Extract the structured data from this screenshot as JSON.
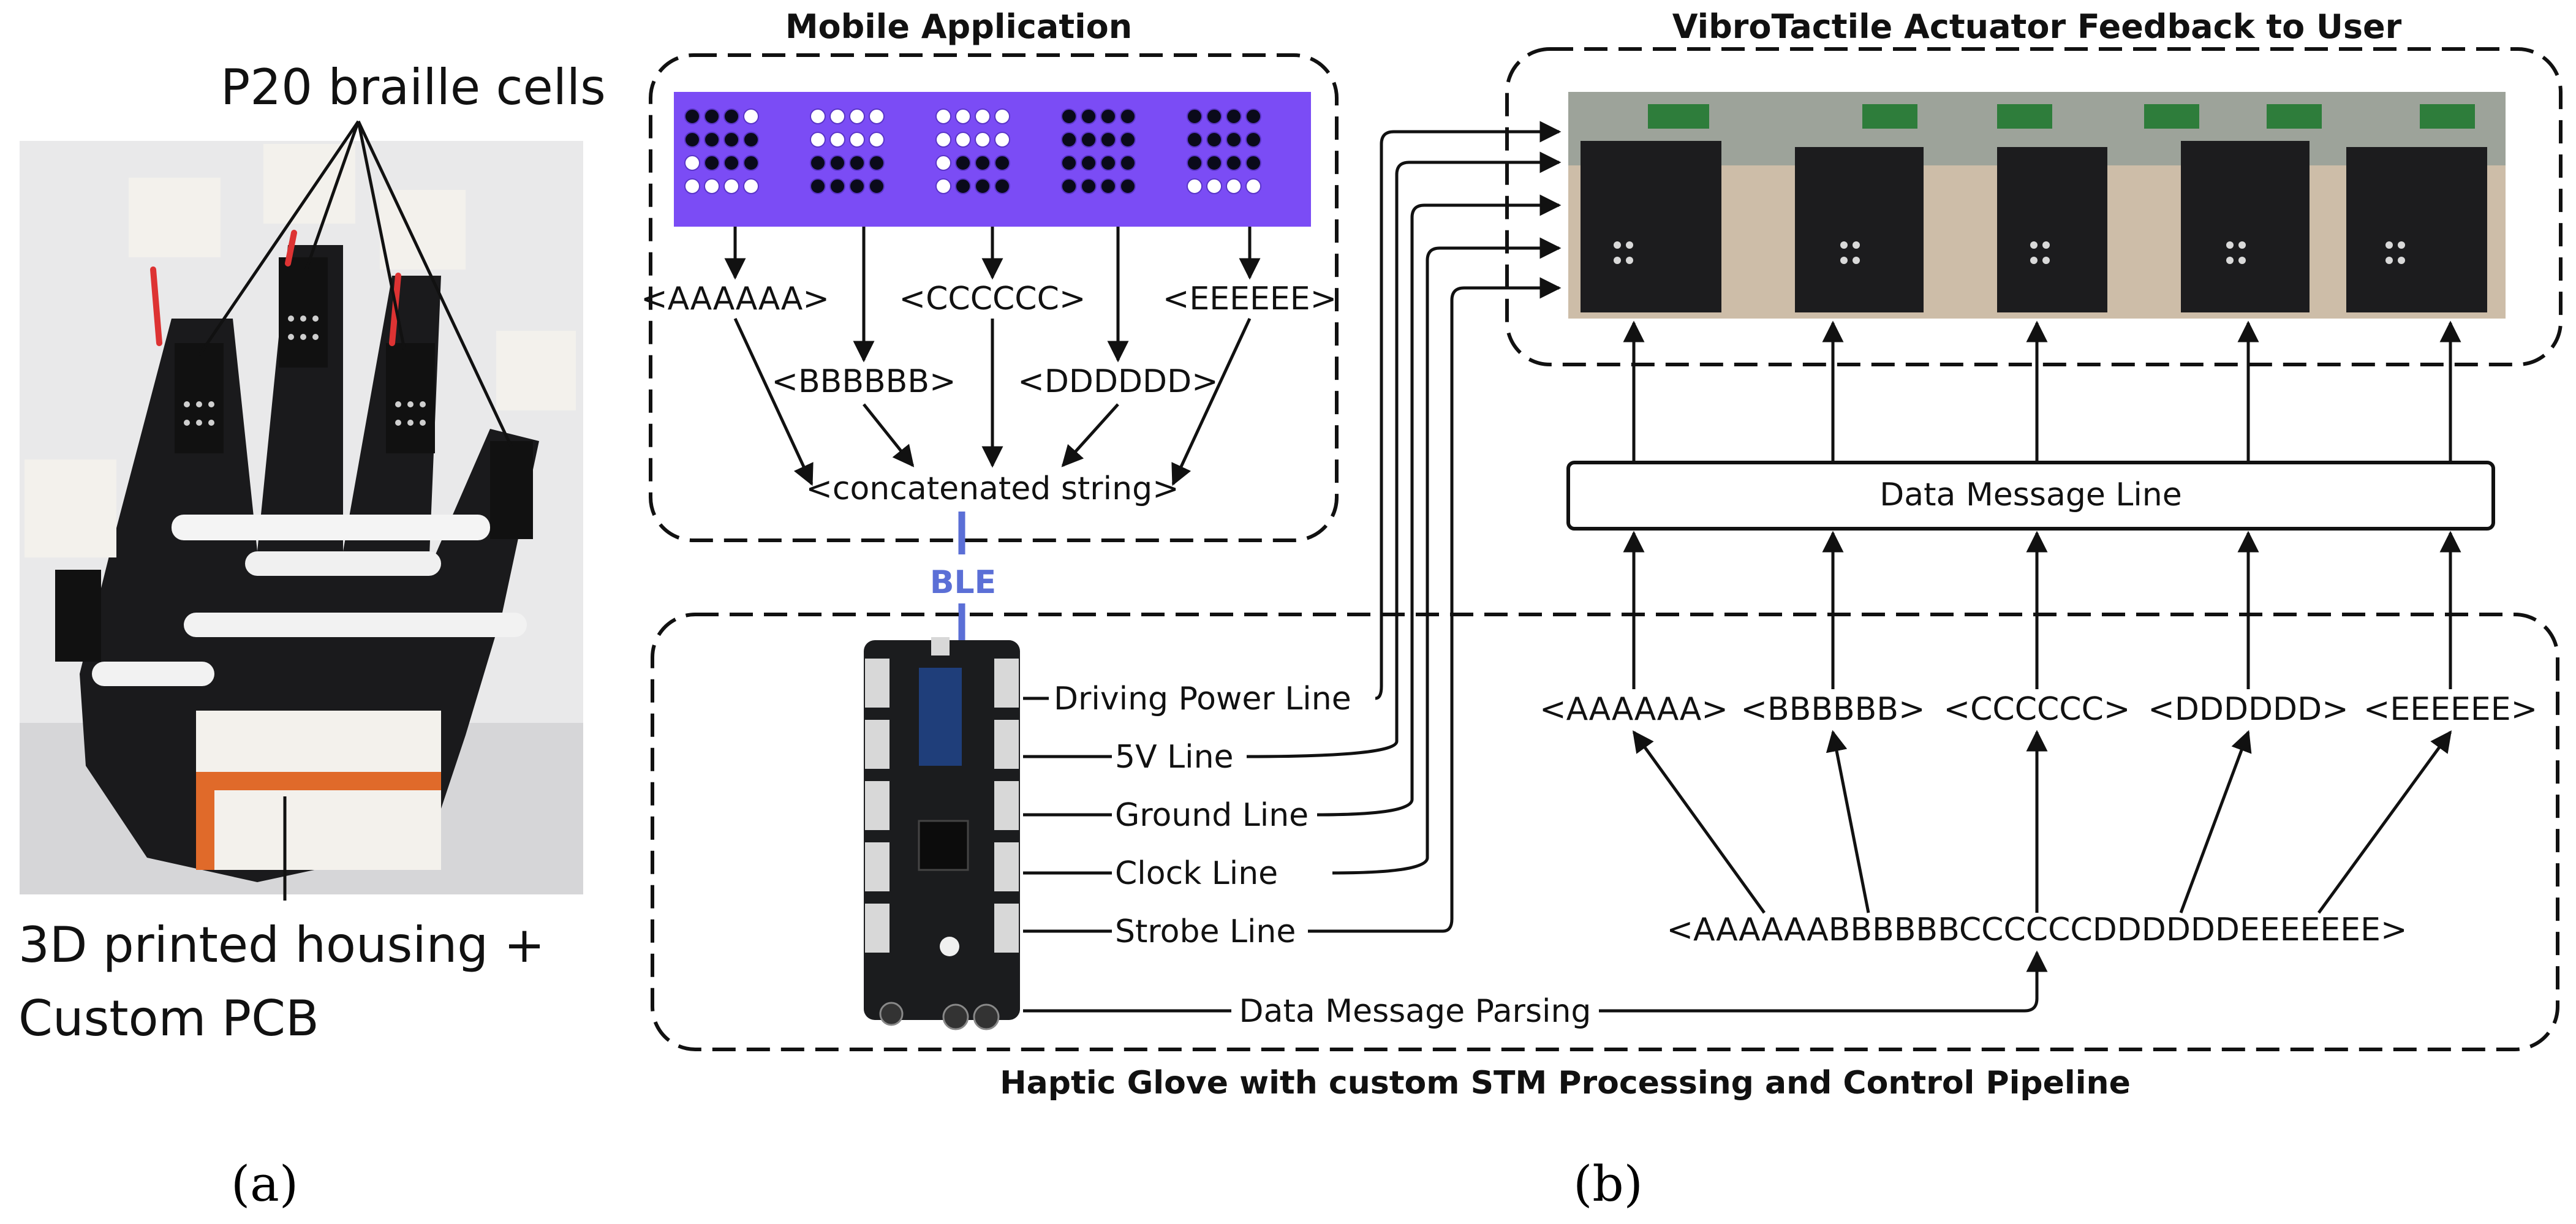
{
  "panel_a": {
    "callout_top": "P20 braille cells",
    "callout_bottom_line1": "3D printed housing +",
    "callout_bottom_line2": "Custom PCB",
    "caption": "(a)"
  },
  "mobile_app": {
    "title": "Mobile Application",
    "cell_patterns": [
      [
        1,
        1,
        1,
        0,
        1,
        1,
        1,
        1,
        0,
        1,
        1,
        1,
        0,
        0,
        0,
        0
      ],
      [
        0,
        0,
        0,
        0,
        0,
        0,
        0,
        0,
        1,
        1,
        1,
        1,
        1,
        1,
        1,
        1
      ],
      [
        0,
        0,
        0,
        0,
        0,
        0,
        0,
        0,
        0,
        1,
        1,
        1,
        0,
        1,
        1,
        1
      ],
      [
        1,
        1,
        1,
        1,
        1,
        1,
        1,
        1,
        1,
        1,
        1,
        1,
        1,
        1,
        1,
        1
      ],
      [
        1,
        1,
        1,
        1,
        1,
        1,
        1,
        1,
        1,
        1,
        1,
        1,
        0,
        0,
        0,
        0
      ]
    ],
    "strings": [
      "<AAAAAA>",
      "<BBBBBB>",
      "<CCCCCC>",
      "<DDDDDD>",
      "<EEEEEE>"
    ],
    "concatenated": "<concatenated string>",
    "colors": {
      "display": "#7b4cf5",
      "dot_dark": "#0a0a1a",
      "dot_light": "#ffffff"
    }
  },
  "ble": {
    "label": "BLE",
    "color": "#5b6fd6"
  },
  "feedback": {
    "title": "VibroTactile Actuator Feedback to User",
    "data_message_line": "Data Message Line"
  },
  "glove": {
    "title": "Haptic Glove with custom STM Processing and Control Pipeline",
    "lines": [
      "Driving Power Line",
      "5V Line",
      "Ground Line",
      "Clock Line",
      "Strobe Line"
    ],
    "parsed": [
      "<AAAAAA>",
      "<BBBBBB>",
      "<CCCCCC>",
      "<DDDDDD>",
      "<EEEEEE>"
    ],
    "combined": "<AAAAAABBBBBBCCCCCCDDDDDDEEEEEEE>",
    "parsing_label": "Data Message Parsing"
  },
  "panel_b": {
    "caption": "(b)"
  }
}
